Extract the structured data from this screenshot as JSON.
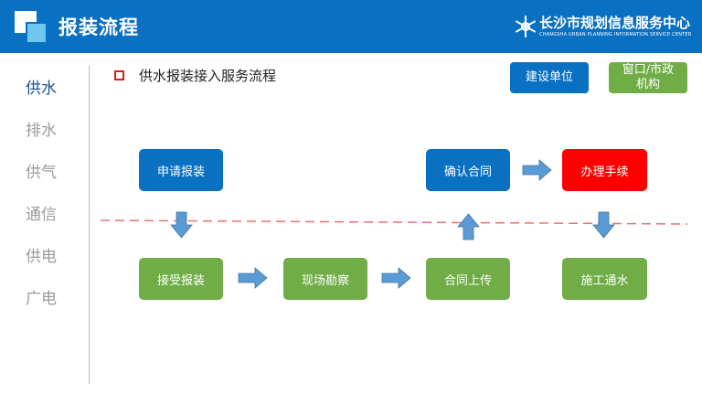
{
  "header": {
    "title": "报装流程",
    "brand_name": "长沙市规划信息服务中心",
    "brand_sub": "CHANGSHA URBAN PLANNING INFORMATION SERVICE CENTER"
  },
  "sidebar": {
    "items": [
      {
        "label": "供水",
        "active": true
      },
      {
        "label": "排水",
        "active": false
      },
      {
        "label": "供气",
        "active": false
      },
      {
        "label": "通信",
        "active": false
      },
      {
        "label": "供电",
        "active": false
      },
      {
        "label": "广电",
        "active": false
      }
    ]
  },
  "section": {
    "title": "供水报装接入服务流程"
  },
  "legend": {
    "blue_label": "建设单位",
    "green_line1": "窗口/市政",
    "green_line2": "机构"
  },
  "flow": {
    "apply": "申请报装",
    "confirm_contract": "确认合同",
    "process": "办理手续",
    "accept": "接受报装",
    "survey": "现场勘察",
    "upload_contract": "合同上传",
    "construction": "施工通水"
  },
  "colors": {
    "header_blue": "#0a70c2",
    "client_blue": "#0a70c2",
    "agency_green": "#70ad47",
    "highlight_red": "#ff0000",
    "arrow_blue": "#5b9bd5",
    "dash_red": "#f07070"
  }
}
